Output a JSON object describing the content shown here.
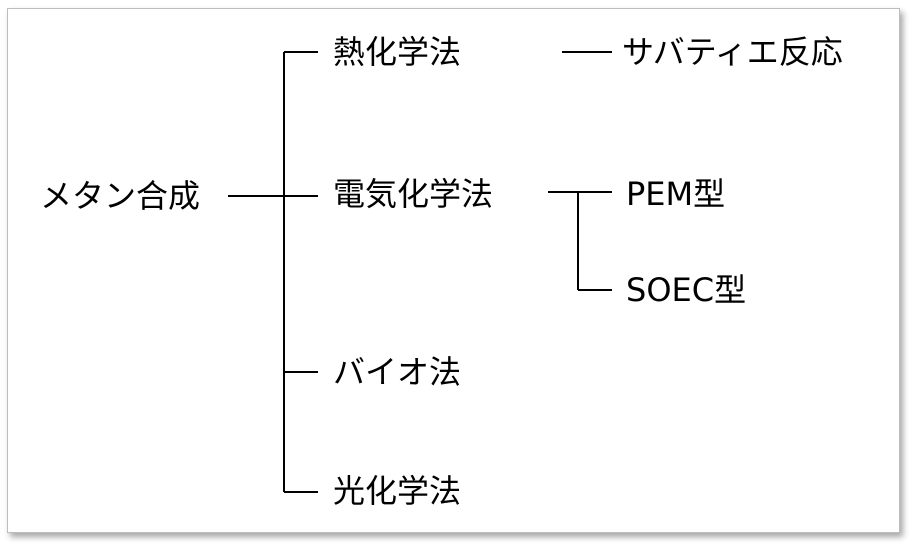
{
  "diagram": {
    "root": "メタン合成",
    "branches": [
      {
        "label": "熱化学法",
        "children": [
          "サバティエ反応"
        ]
      },
      {
        "label": "電気化学法",
        "children": [
          "PEM型",
          "SOEC型"
        ]
      },
      {
        "label": "バイオ法",
        "children": []
      },
      {
        "label": "光化学法",
        "children": []
      }
    ]
  },
  "colors": {
    "line": "#000000",
    "text": "#000000",
    "border": "#bdbdbd"
  }
}
